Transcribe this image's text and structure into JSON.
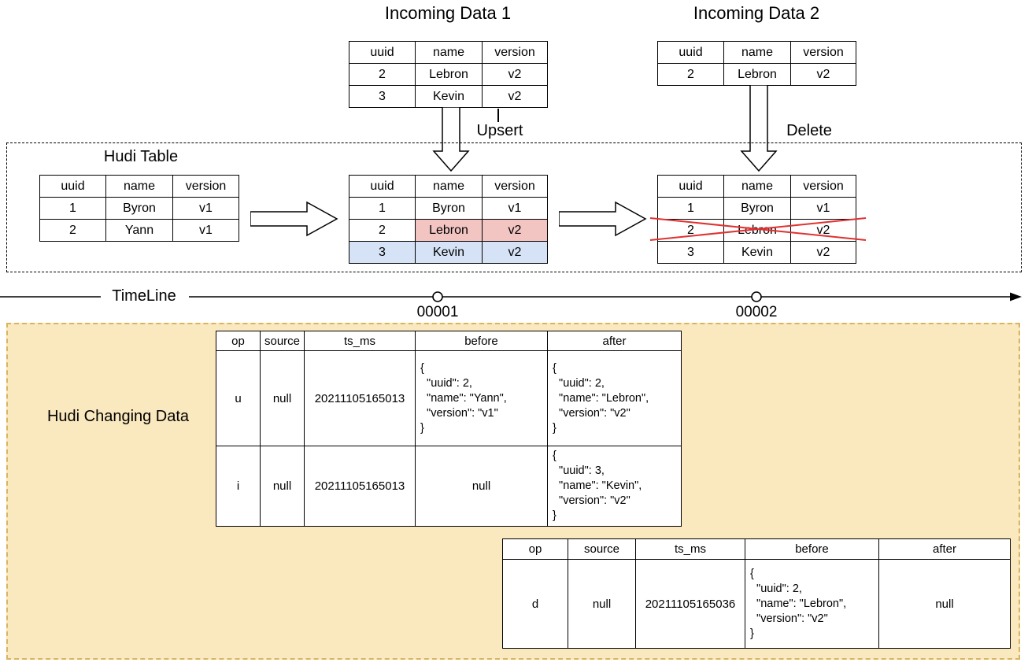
{
  "titles": {
    "incoming1": "Incoming Data 1",
    "incoming2": "Incoming Data 2",
    "hudi_table": "Hudi Table",
    "hudi_changing_data": "Hudi Changing Data",
    "timeline": "TimeLine",
    "upsert": "Upsert",
    "delete": "Delete"
  },
  "timeline": {
    "commits": [
      {
        "id": "00001"
      },
      {
        "id": "00002"
      }
    ]
  },
  "colors": {
    "updated_cell_fill": "#F2C5C3",
    "updated_cell_border": "#B85450",
    "inserted_row_fill": "#D6E3F6",
    "inserted_row_border": "#6C8EBF",
    "changing_box_fill": "#FAE8BE",
    "changing_box_border": "#D8B561",
    "delete_cross": "#E03131"
  },
  "record_tables": {
    "headers": [
      "uuid",
      "name",
      "version"
    ],
    "incoming1": {
      "rows": [
        [
          "2",
          "Lebron",
          "v2"
        ],
        [
          "3",
          "Kevin",
          "v2"
        ]
      ]
    },
    "incoming2": {
      "rows": [
        [
          "2",
          "Lebron",
          "v2"
        ]
      ]
    },
    "hudi_initial": {
      "rows": [
        [
          "1",
          "Byron",
          "v1"
        ],
        [
          "2",
          "Yann",
          "v1"
        ]
      ]
    },
    "hudi_after_upsert": {
      "rows": [
        [
          "1",
          "Byron",
          "v1"
        ],
        [
          "2",
          "Lebron",
          "v2"
        ],
        [
          "3",
          "Kevin",
          "v2"
        ]
      ]
    },
    "hudi_after_delete": {
      "rows": [
        [
          "1",
          "Byron",
          "v1"
        ],
        [
          "2",
          "Lebron",
          "v2"
        ],
        [
          "3",
          "Kevin",
          "v2"
        ]
      ]
    }
  },
  "cdc": {
    "headers": [
      "op",
      "source",
      "ts_ms",
      "before",
      "after"
    ],
    "table1": {
      "rows": [
        {
          "op": "u",
          "source": "null",
          "ts_ms": "20211105165013",
          "before": "{\n  \"uuid\": 2,\n  \"name\": \"Yann\",\n  \"version\": \"v1\"\n}",
          "after": "{\n  \"uuid\": 2,\n  \"name\": \"Lebron\",\n  \"version\": \"v2\"\n}"
        },
        {
          "op": "i",
          "source": "null",
          "ts_ms": "20211105165013",
          "before": "null",
          "after": "{\n  \"uuid\": 3,\n  \"name\": \"Kevin\",\n  \"version\": \"v2\"\n}"
        }
      ]
    },
    "table2": {
      "rows": [
        {
          "op": "d",
          "source": "null",
          "ts_ms": "20211105165036",
          "before": "{\n  \"uuid\": 2,\n  \"name\": \"Lebron\",\n  \"version\": \"v2\"\n}",
          "after": "null"
        }
      ]
    }
  }
}
